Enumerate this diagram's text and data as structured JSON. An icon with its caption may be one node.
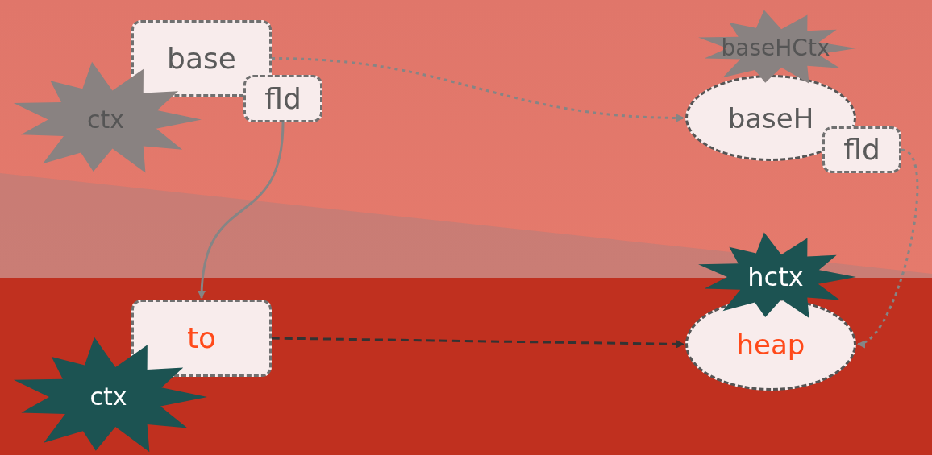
{
  "diagram": {
    "nodes": [
      {
        "text": [
          "base"
        ]
      },
      {
        "text": [
          "fld"
        ]
      },
      {
        "text": [
          "ctx"
        ]
      },
      {
        "text": [
          "baseHCtx"
        ]
      },
      {
        "text": [
          "baseH"
        ]
      },
      {
        "text": [
          "fld"
        ]
      },
      {
        "text": [
          "hctx"
        ]
      },
      {
        "text": [
          "heap"
        ]
      },
      {
        "text": [
          "to"
        ]
      },
      {
        "text": [
          "ctx"
        ]
      }
    ],
    "edges": [
      {
        "from": 0,
        "to": 4,
        "arrow": "to",
        "style": "dashed"
      },
      {
        "from": 1,
        "to": 8,
        "arrow": "to"
      },
      {
        "from": 5,
        "to": 7,
        "arrow": "to",
        "style": "dashed"
      },
      {
        "from": 8,
        "to": 7,
        "arrow": "to",
        "style": "dashed",
        "color": "#333333"
      }
    ]
  }
}
